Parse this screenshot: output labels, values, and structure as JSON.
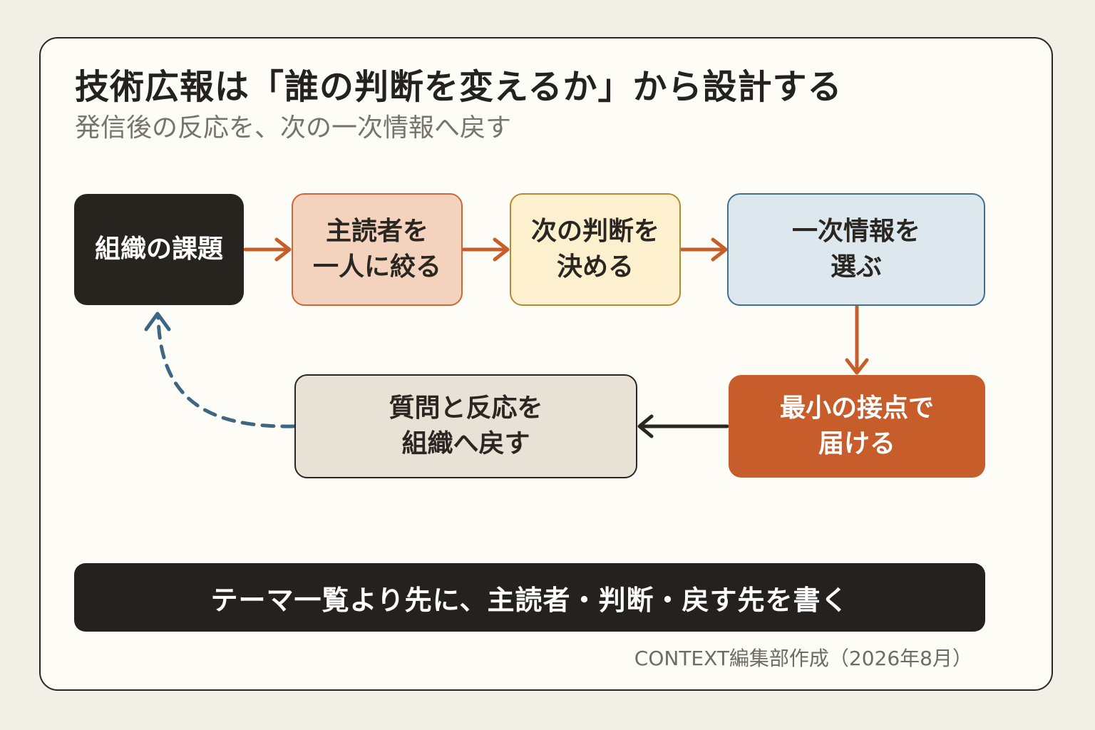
{
  "title": "技術広報は「誰の判断を変えるか」から設計する",
  "subtitle": "発信後の反応を、次の一次情報へ戻す",
  "steps": [
    {
      "id": "org-issue",
      "lines": [
        "組織の課題"
      ]
    },
    {
      "id": "main-reader",
      "lines": [
        "主読者を",
        "一人に絞る"
      ]
    },
    {
      "id": "next-decision",
      "lines": [
        "次の判断を",
        "決める"
      ]
    },
    {
      "id": "primary-info",
      "lines": [
        "一次情報を",
        "選ぶ"
      ]
    },
    {
      "id": "min-touchpoint",
      "lines": [
        "最小の接点で",
        "届ける"
      ]
    },
    {
      "id": "feedback",
      "lines": [
        "質問と反応を",
        "組織へ戻す"
      ]
    }
  ],
  "banner": "テーマ一覧より先に、主読者・判断・戻す先を書く",
  "credit": "CONTEXT編集部作成（2026年8月）",
  "colors": {
    "flow_arrow": "#c75d2b",
    "return_arrow": "#2a2622",
    "feedback_loop": "#3d6683"
  }
}
